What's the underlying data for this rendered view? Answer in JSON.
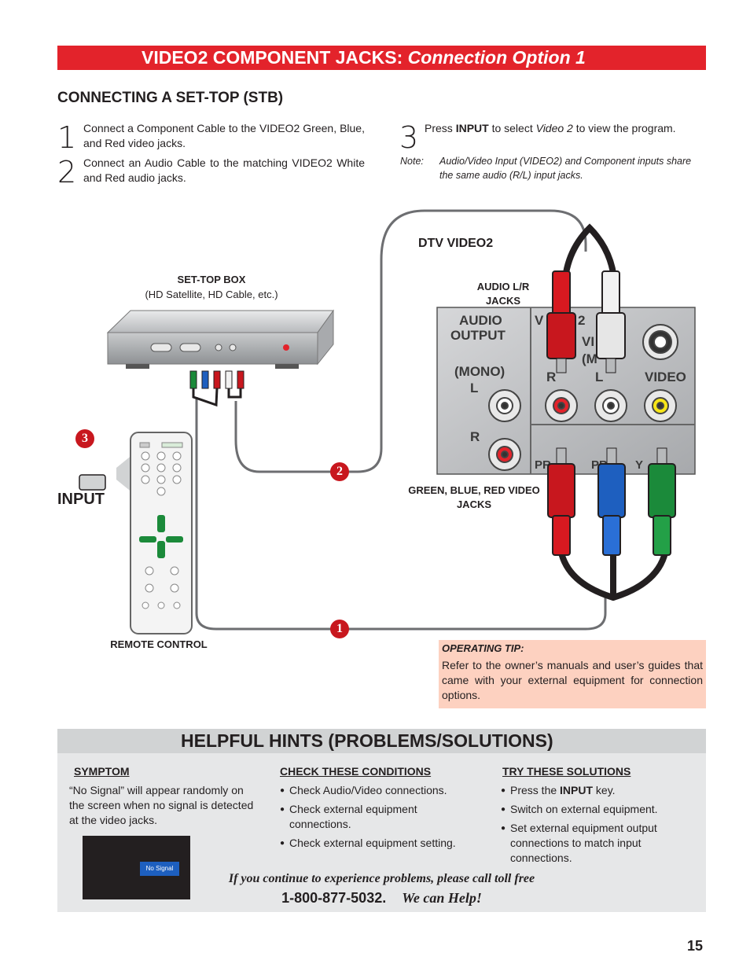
{
  "banner": {
    "title_main": "VIDEO2 COMPONENT JACKS:",
    "title_italic": " Connection Option 1"
  },
  "section_title": "CONNECTING A SET-TOP (STB)",
  "steps": [
    {
      "number": "1",
      "text": "Connect a Component Cable to the VIDEO2 Green, Blue, and Red video jacks."
    },
    {
      "number": "2",
      "text": "Connect an Audio Cable to the matching VIDEO2 White and Red audio jacks."
    },
    {
      "number": "3",
      "prefix": "Press ",
      "bold": "INPUT",
      "middle": " to select ",
      "italic": "Video 2",
      "suffix": " to view the program."
    }
  ],
  "note": {
    "label": "Note",
    "text": "Audio/Video Input (VIDEO2) and Component inputs share the same audio (R/L) input jacks."
  },
  "diagram": {
    "dtv_label": "DTV VIDEO2",
    "stb_label": "SET-TOP BOX",
    "stb_sub": "(HD Satellite, HD Cable, etc.)",
    "audio_jacks_label": "AUDIO L/R JACKS",
    "video_jacks_label": "GREEN, BLUE, RED VIDEO JACKS",
    "remote_label": "REMOTE CONTROL",
    "input_label": "INPUT",
    "badges": [
      "3",
      "2",
      "1"
    ],
    "panel": {
      "audio_output": "AUDIO\nOUTPUT",
      "mono": "(MONO)",
      "l": "L",
      "r": "R",
      "r2": "R",
      "l2": "L",
      "video": "VIDEO",
      "pr": "PR",
      "pb": "PB",
      "y": "Y",
      "v_partial": "V",
      "vi_partial": "VI",
      "m_partial": "(M",
      "two": "2"
    }
  },
  "tip": {
    "title": "OPERATING TIP:",
    "text": "Refer to the owner’s manuals and user’s guides that came with your external equipment for connection options."
  },
  "hints": {
    "title": "HELPFUL HINTS (PROBLEMS/SOLUTIONS)",
    "symptom_header": "SYMPTOM",
    "symptom_text": "“No Signal” will appear randomly on the screen when no signal is detected at the video jacks.",
    "screen_text": "No Signal",
    "check_header": "CHECK THESE CONDITIONS",
    "check_items": [
      "Check Audio/Video connections.",
      "Check external equipment connections.",
      "Check external equipment setting."
    ],
    "solutions_header": "TRY THESE SOLUTIONS",
    "solution_items": [
      {
        "prefix": "Press the ",
        "bold": "INPUT",
        "suffix": " key."
      },
      {
        "text": "Switch on external equipment."
      },
      {
        "text": "Set external equipment output connections to match input connections."
      }
    ],
    "call_line1": "If you continue to experience problems, please call toll free",
    "phone": "1-800-877-5032.",
    "help": "We can Help!"
  },
  "page_number": "15"
}
